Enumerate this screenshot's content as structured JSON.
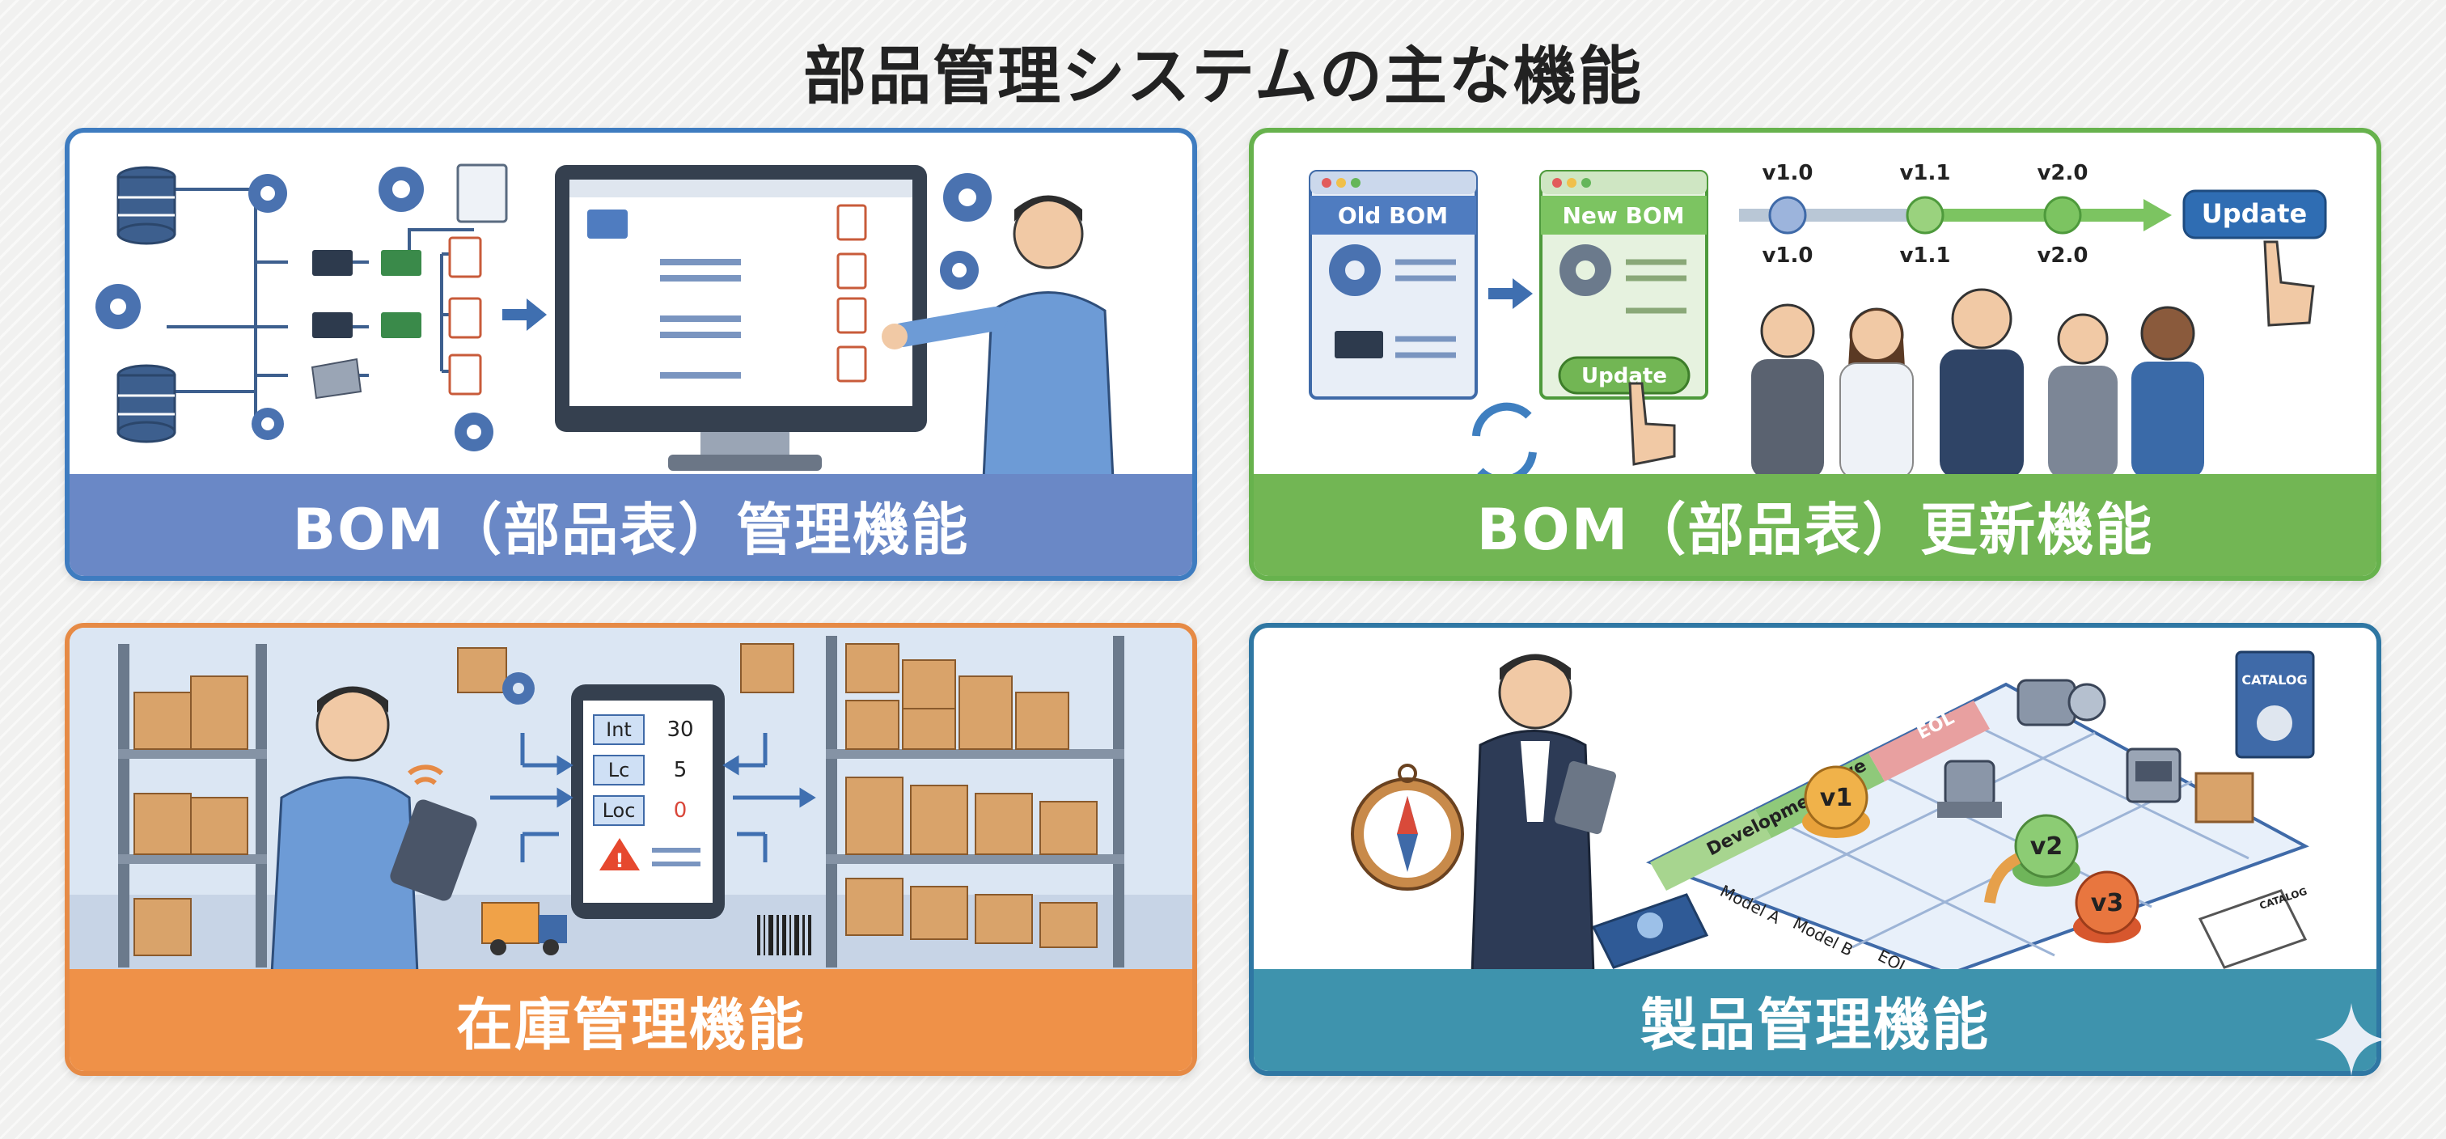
{
  "title": "部品管理システムの主な機能",
  "panels": [
    {
      "label": "BOM（部品表）管理機能",
      "accent": "#3e7cc0",
      "band_color": "#6a88c6",
      "icons": [
        "database-icon",
        "gear-icon",
        "chip-icon",
        "circuit-board-icon",
        "metal-bracket-icon",
        "pdf-file-icon",
        "document-icon",
        "folder-icon",
        "monitor-icon",
        "arrow-right-icon",
        "person-pointing-icon"
      ]
    },
    {
      "label": "BOM（部品表）更新機能",
      "accent": "#67b24d",
      "band_color": "#72b654",
      "old_bom": "Old BOM",
      "new_bom": "New BOM",
      "update_button": "Update",
      "update_pill": "Update",
      "versions_top": [
        "v1.0",
        "v1.1",
        "v2.0"
      ],
      "versions_bottom": [
        "v1.0",
        "v1.1",
        "v2.0"
      ],
      "icons": [
        "gear-icon",
        "chip-icon",
        "refresh-icon",
        "hand-pointer-icon",
        "team-thumbs-up-icon",
        "arrow-right-icon"
      ]
    },
    {
      "label": "在庫管理機能",
      "accent": "#e68a45",
      "band_color": "#ef9148",
      "tablet_rows": [
        {
          "key": "Int",
          "value": "30"
        },
        {
          "key": "Lc",
          "value": "5"
        },
        {
          "key": "Loc",
          "value": "0"
        }
      ],
      "icons": [
        "cardboard-box-icon",
        "gear-icon",
        "warning-icon",
        "truck-icon",
        "barcode-icon",
        "warehouse-shelf-icon",
        "person-tablet-icon",
        "wifi-icon"
      ]
    },
    {
      "label": "製品管理機能",
      "accent": "#2f77a3",
      "band_color": "#3e93ad",
      "stages": [
        "Development",
        "Active",
        "EOL"
      ],
      "models": [
        "Model A",
        "Model B",
        "EOL"
      ],
      "versions": [
        "v1",
        "v2",
        "v3"
      ],
      "catalog_big": "CATALOG",
      "catalog_small": "CATALOG",
      "icons": [
        "compass-icon",
        "globe-book-icon",
        "motor-icon",
        "camera-sensor-icon",
        "printer-icon",
        "box-icon",
        "catalog-icon",
        "person-clipboard-icon"
      ]
    }
  ],
  "sparkle": "sparkle-icon"
}
